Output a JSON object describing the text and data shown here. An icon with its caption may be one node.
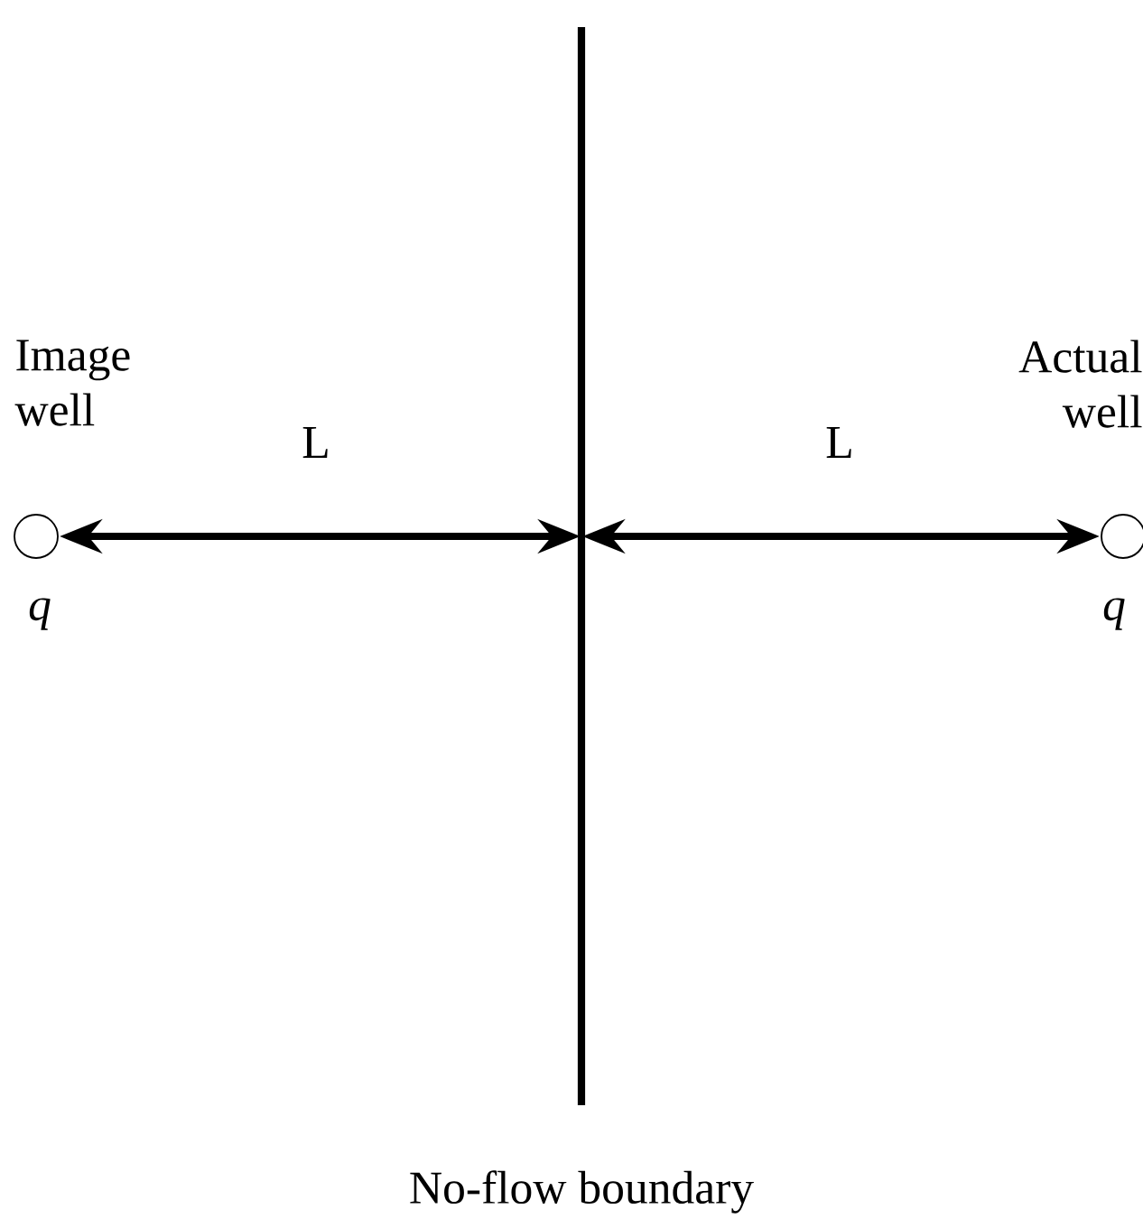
{
  "diagram": {
    "nodes": [
      {
        "text": [
          "Image well",
          "q"
        ]
      },
      {
        "text": [
          "No-flow boundary"
        ]
      },
      {
        "text": [
          "Actual well",
          "q"
        ]
      }
    ],
    "edges": [
      {
        "from": 0,
        "to": 1,
        "arrow": "both",
        "label": "L"
      },
      {
        "from": 1,
        "to": 2,
        "arrow": "both",
        "label": "L"
      }
    ]
  }
}
